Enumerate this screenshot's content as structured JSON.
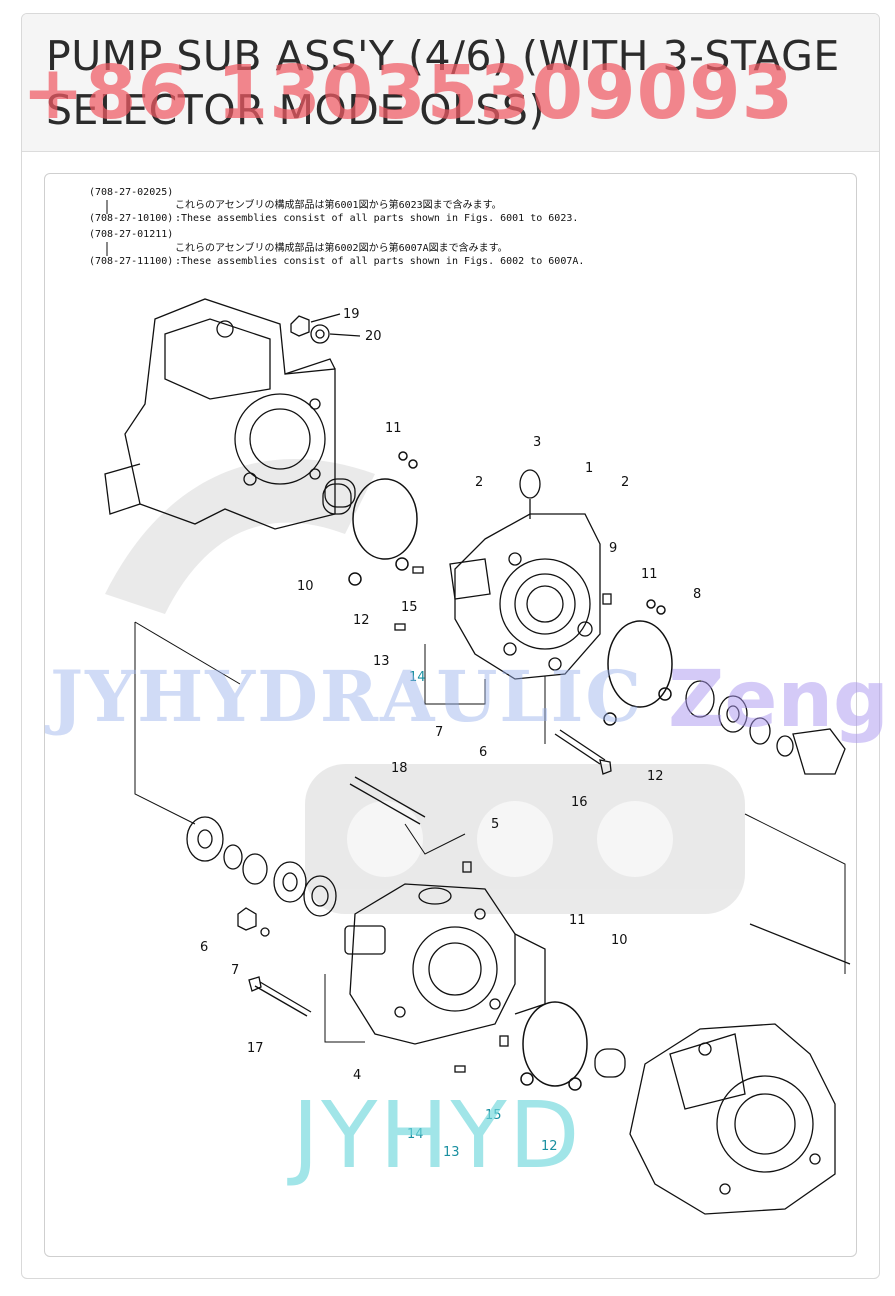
{
  "header": {
    "title": "PUMP SUB ASS'Y (4/6) (WITH 3-STAGE SELECTOR MODE OLSS)"
  },
  "watermarks": {
    "phone": "+86 13035309093",
    "jy": "JYHYDRAULIC",
    "zeng": "Zeng",
    "jyhyd": "JYHYD"
  },
  "notes": {
    "line1_code": "(708-27-02025)",
    "line1_text": "これらのアセンブリの構成部品は第6001図から第6023図まで含みます。",
    "line2_code": "(708-27-10100)",
    "line2_text": ":These assemblies consist of all parts shown in Figs. 6001 to 6023.",
    "line3_code": "(708-27-01211)",
    "line3_text": "これらのアセンブリの構成部品は第6002図から第6007A図まで含みます。",
    "line4_code": "(708-27-11100)",
    "line4_text": ":These assemblies consist of all parts shown in Figs. 6002 to 6007A."
  },
  "callouts": {
    "c19": "19",
    "c20": "20",
    "c11a": "11",
    "c3": "3",
    "c1": "1",
    "c2a": "2",
    "c2b": "2",
    "c9": "9",
    "c10a": "10",
    "c15a": "15",
    "c11b": "11",
    "c8": "8",
    "c12a": "12",
    "c13a": "13",
    "c14a": "14",
    "c7a": "7",
    "c6a": "6",
    "c12b": "12",
    "c16": "16",
    "c18": "18",
    "c5": "5",
    "c6b": "6",
    "c7b": "7",
    "c11c": "11",
    "c10b": "10",
    "c17": "17",
    "c4": "4",
    "c15b": "15",
    "c14b": "14",
    "c13b": "13",
    "c12c": "12"
  },
  "colors": {
    "callout_highlight": "#1a8fa0",
    "watermark_red": "#f05a64"
  }
}
